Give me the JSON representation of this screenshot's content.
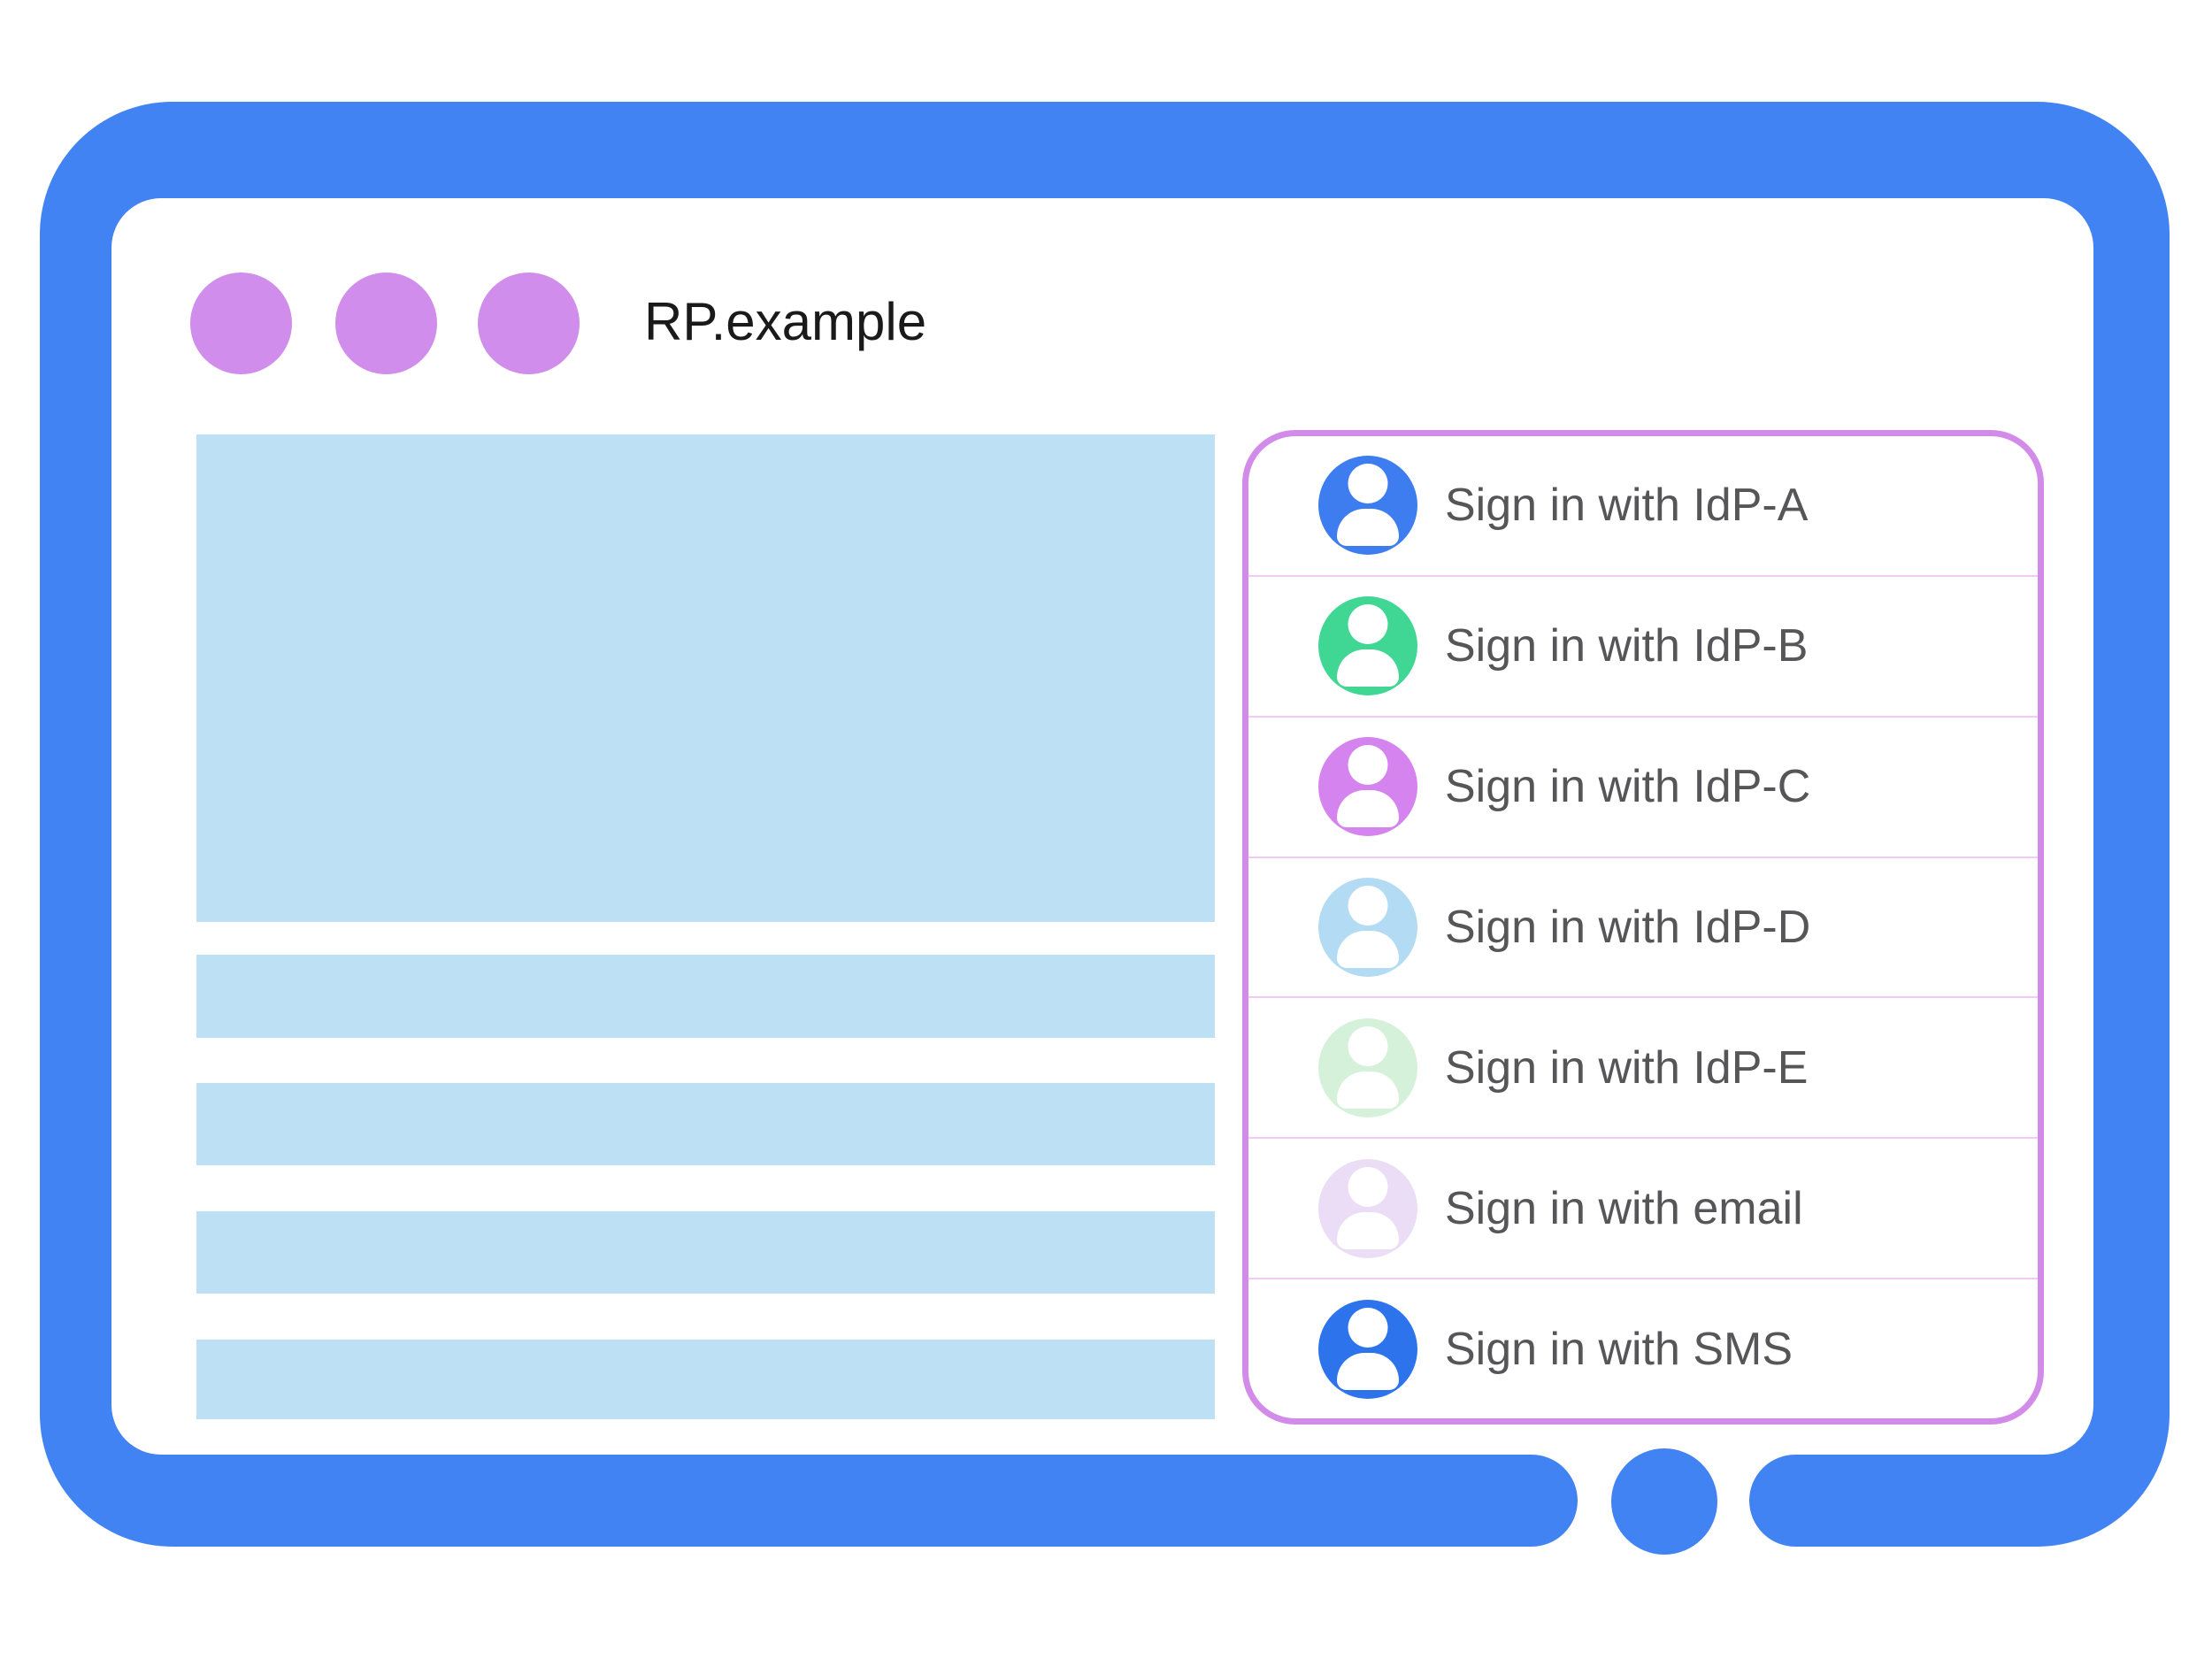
{
  "window": {
    "title": "RP.example"
  },
  "signin_panel": {
    "rows": [
      {
        "label": "Sign in with IdP-A",
        "icon": "person-icon",
        "avatar_color": "#3E7DF0"
      },
      {
        "label": "Sign in with IdP-B",
        "icon": "person-icon",
        "avatar_color": "#40D694"
      },
      {
        "label": "Sign in with IdP-C",
        "icon": "person-icon",
        "avatar_color": "#D583EE"
      },
      {
        "label": "Sign in with IdP-D",
        "icon": "person-icon",
        "avatar_color": "#B3DBF4"
      },
      {
        "label": "Sign in with IdP-E",
        "icon": "person-icon",
        "avatar_color": "#D6F1DA"
      },
      {
        "label": "Sign in with email",
        "icon": "person-icon",
        "avatar_color": "#EBDDF5"
      },
      {
        "label": "Sign in with SMS",
        "icon": "person-icon",
        "avatar_color": "#2D74EC"
      }
    ]
  },
  "colors": {
    "frame_blue": "#4283F3",
    "window_dot_purple": "#D18DEB",
    "content_placeholder_blue": "#BEE0F5",
    "panel_border_pink": "#D38BE9",
    "row_divider_pink": "#F2CBF5",
    "label_gray": "#565659",
    "title_black": "#1A1A1A"
  }
}
